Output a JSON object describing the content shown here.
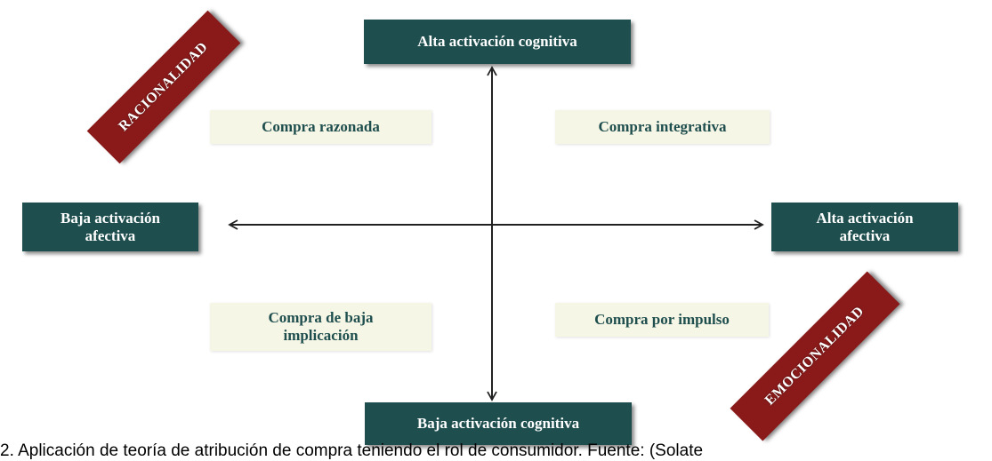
{
  "diagram": {
    "axis_labels": {
      "top": "Alta activación cognitiva",
      "bottom": "Baja activación cognitiva",
      "left": "Baja activación afectiva",
      "right": "Alta activación afectiva"
    },
    "quadrants": {
      "top_left": "Compra razonada",
      "top_right": "Compra integrativa",
      "bottom_left": "Compra de baja implicación",
      "bottom_right": "Compra por impulso"
    },
    "banners": {
      "top_left": "RACIONALIDAD",
      "bottom_right": "EMOCIONALIDAD"
    },
    "colors": {
      "axis_box": "#1f4e4e",
      "quadrant_box": "#f6f6e6",
      "banner": "#8a1a1a"
    }
  },
  "caption": "2. Aplicación de teoría de atribución de compra teniendo el rol de consumidor. Fuente: (Solate"
}
